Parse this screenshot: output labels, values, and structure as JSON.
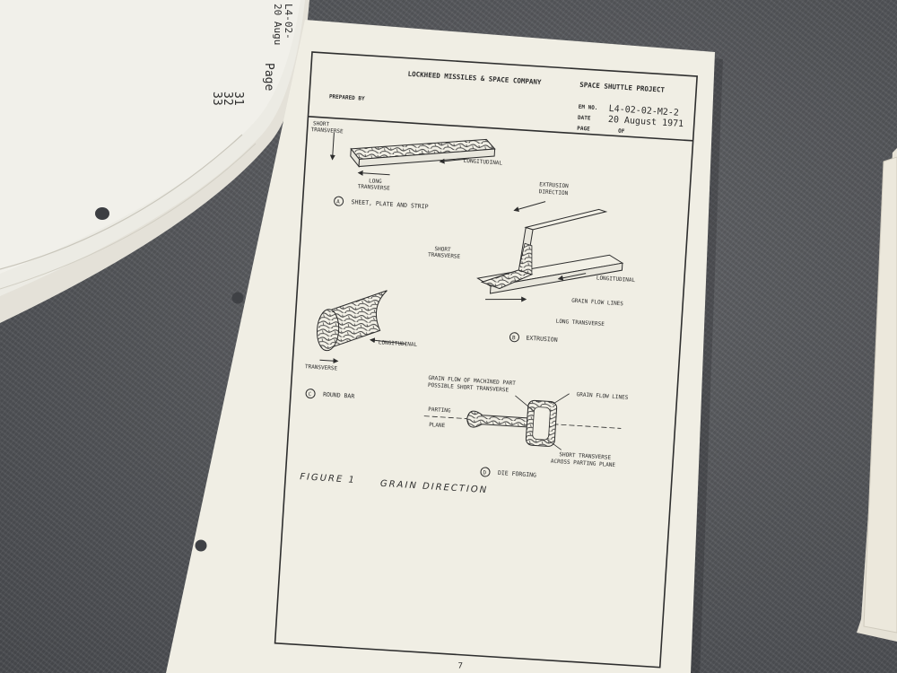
{
  "back_booklet": {
    "margin_text": [
      "Page",
      "31",
      "32",
      "33"
    ],
    "edge_text": [
      "L4-02-",
      "20 Augu"
    ]
  },
  "page": {
    "header": {
      "company": "LOCKHEED MISSILES & SPACE COMPANY",
      "project": "SPACE SHUTTLE PROJECT",
      "prepared_by_label": "PREPARED BY",
      "em_no_label": "EM NO.",
      "em_no_value": "L4-02-02-M2-2",
      "date_label": "DATE",
      "date_value": "20 August 1971",
      "page_label": "PAGE",
      "of_label": "OF"
    },
    "figure": {
      "panel_a": {
        "marker": "A",
        "caption": "SHEET, PLATE AND STRIP",
        "labels": [
          "SHORT",
          "TRANSVERSE",
          "LONGITUDINAL",
          "LONG",
          "TRANSVERSE"
        ]
      },
      "panel_b": {
        "marker": "B",
        "caption": "EXTRUSION",
        "labels": [
          "EXTRUSION",
          "DIRECTION",
          "SHORT",
          "TRANSVERSE",
          "LONGITUDINAL",
          "GRAIN FLOW LINES",
          "LONG TRANSVERSE"
        ]
      },
      "panel_c": {
        "marker": "C",
        "caption": "ROUND BAR",
        "labels": [
          "LONGITUDINAL",
          "TRANSVERSE"
        ]
      },
      "panel_d": {
        "marker": "D",
        "caption": "DIE FORGING",
        "labels": [
          "GRAIN FLOW OF MACHINED PART",
          "POSSIBLE SHORT TRANSVERSE",
          "GRAIN FLOW LINES",
          "PARTING",
          "PLANE",
          "SHORT TRANSVERSE",
          "ACROSS PARTING PLANE"
        ]
      },
      "title_number": "FIGURE 1",
      "title_text": "GRAIN DIRECTION"
    },
    "page_number": "7"
  }
}
